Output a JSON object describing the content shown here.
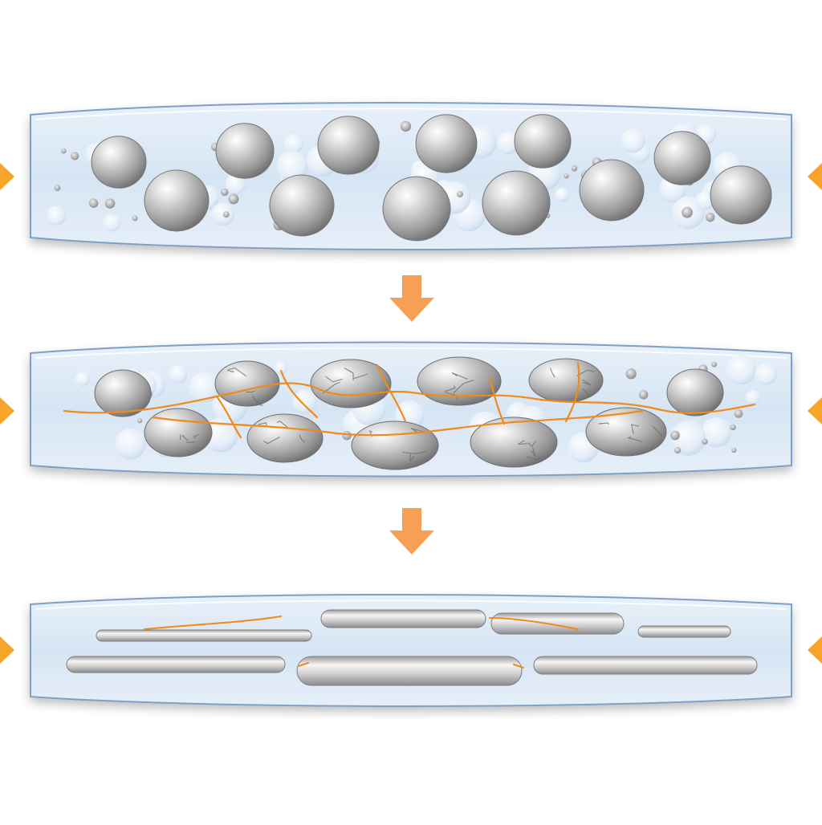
{
  "diagram": {
    "stages": [
      {
        "id": "stage-1",
        "state": "spherical-particles"
      },
      {
        "id": "stage-2",
        "state": "cracked-particles"
      },
      {
        "id": "stage-3",
        "state": "elongated-fibers"
      }
    ],
    "colors": {
      "background": "#ffffff",
      "matrix_fill": "#dce9f6",
      "matrix_edge": "#7f9fc4",
      "particle_light": "#f2f2f2",
      "particle_dark": "#8a8a8a",
      "bubble": "#eaf2fb",
      "crack": "#f08a1c",
      "arrow": "#f7a055",
      "side_arrow": "#f7a42a"
    },
    "icons": {
      "down_arrow": "arrow-down-icon",
      "side_arrow": "arrow-inward-icon"
    }
  }
}
